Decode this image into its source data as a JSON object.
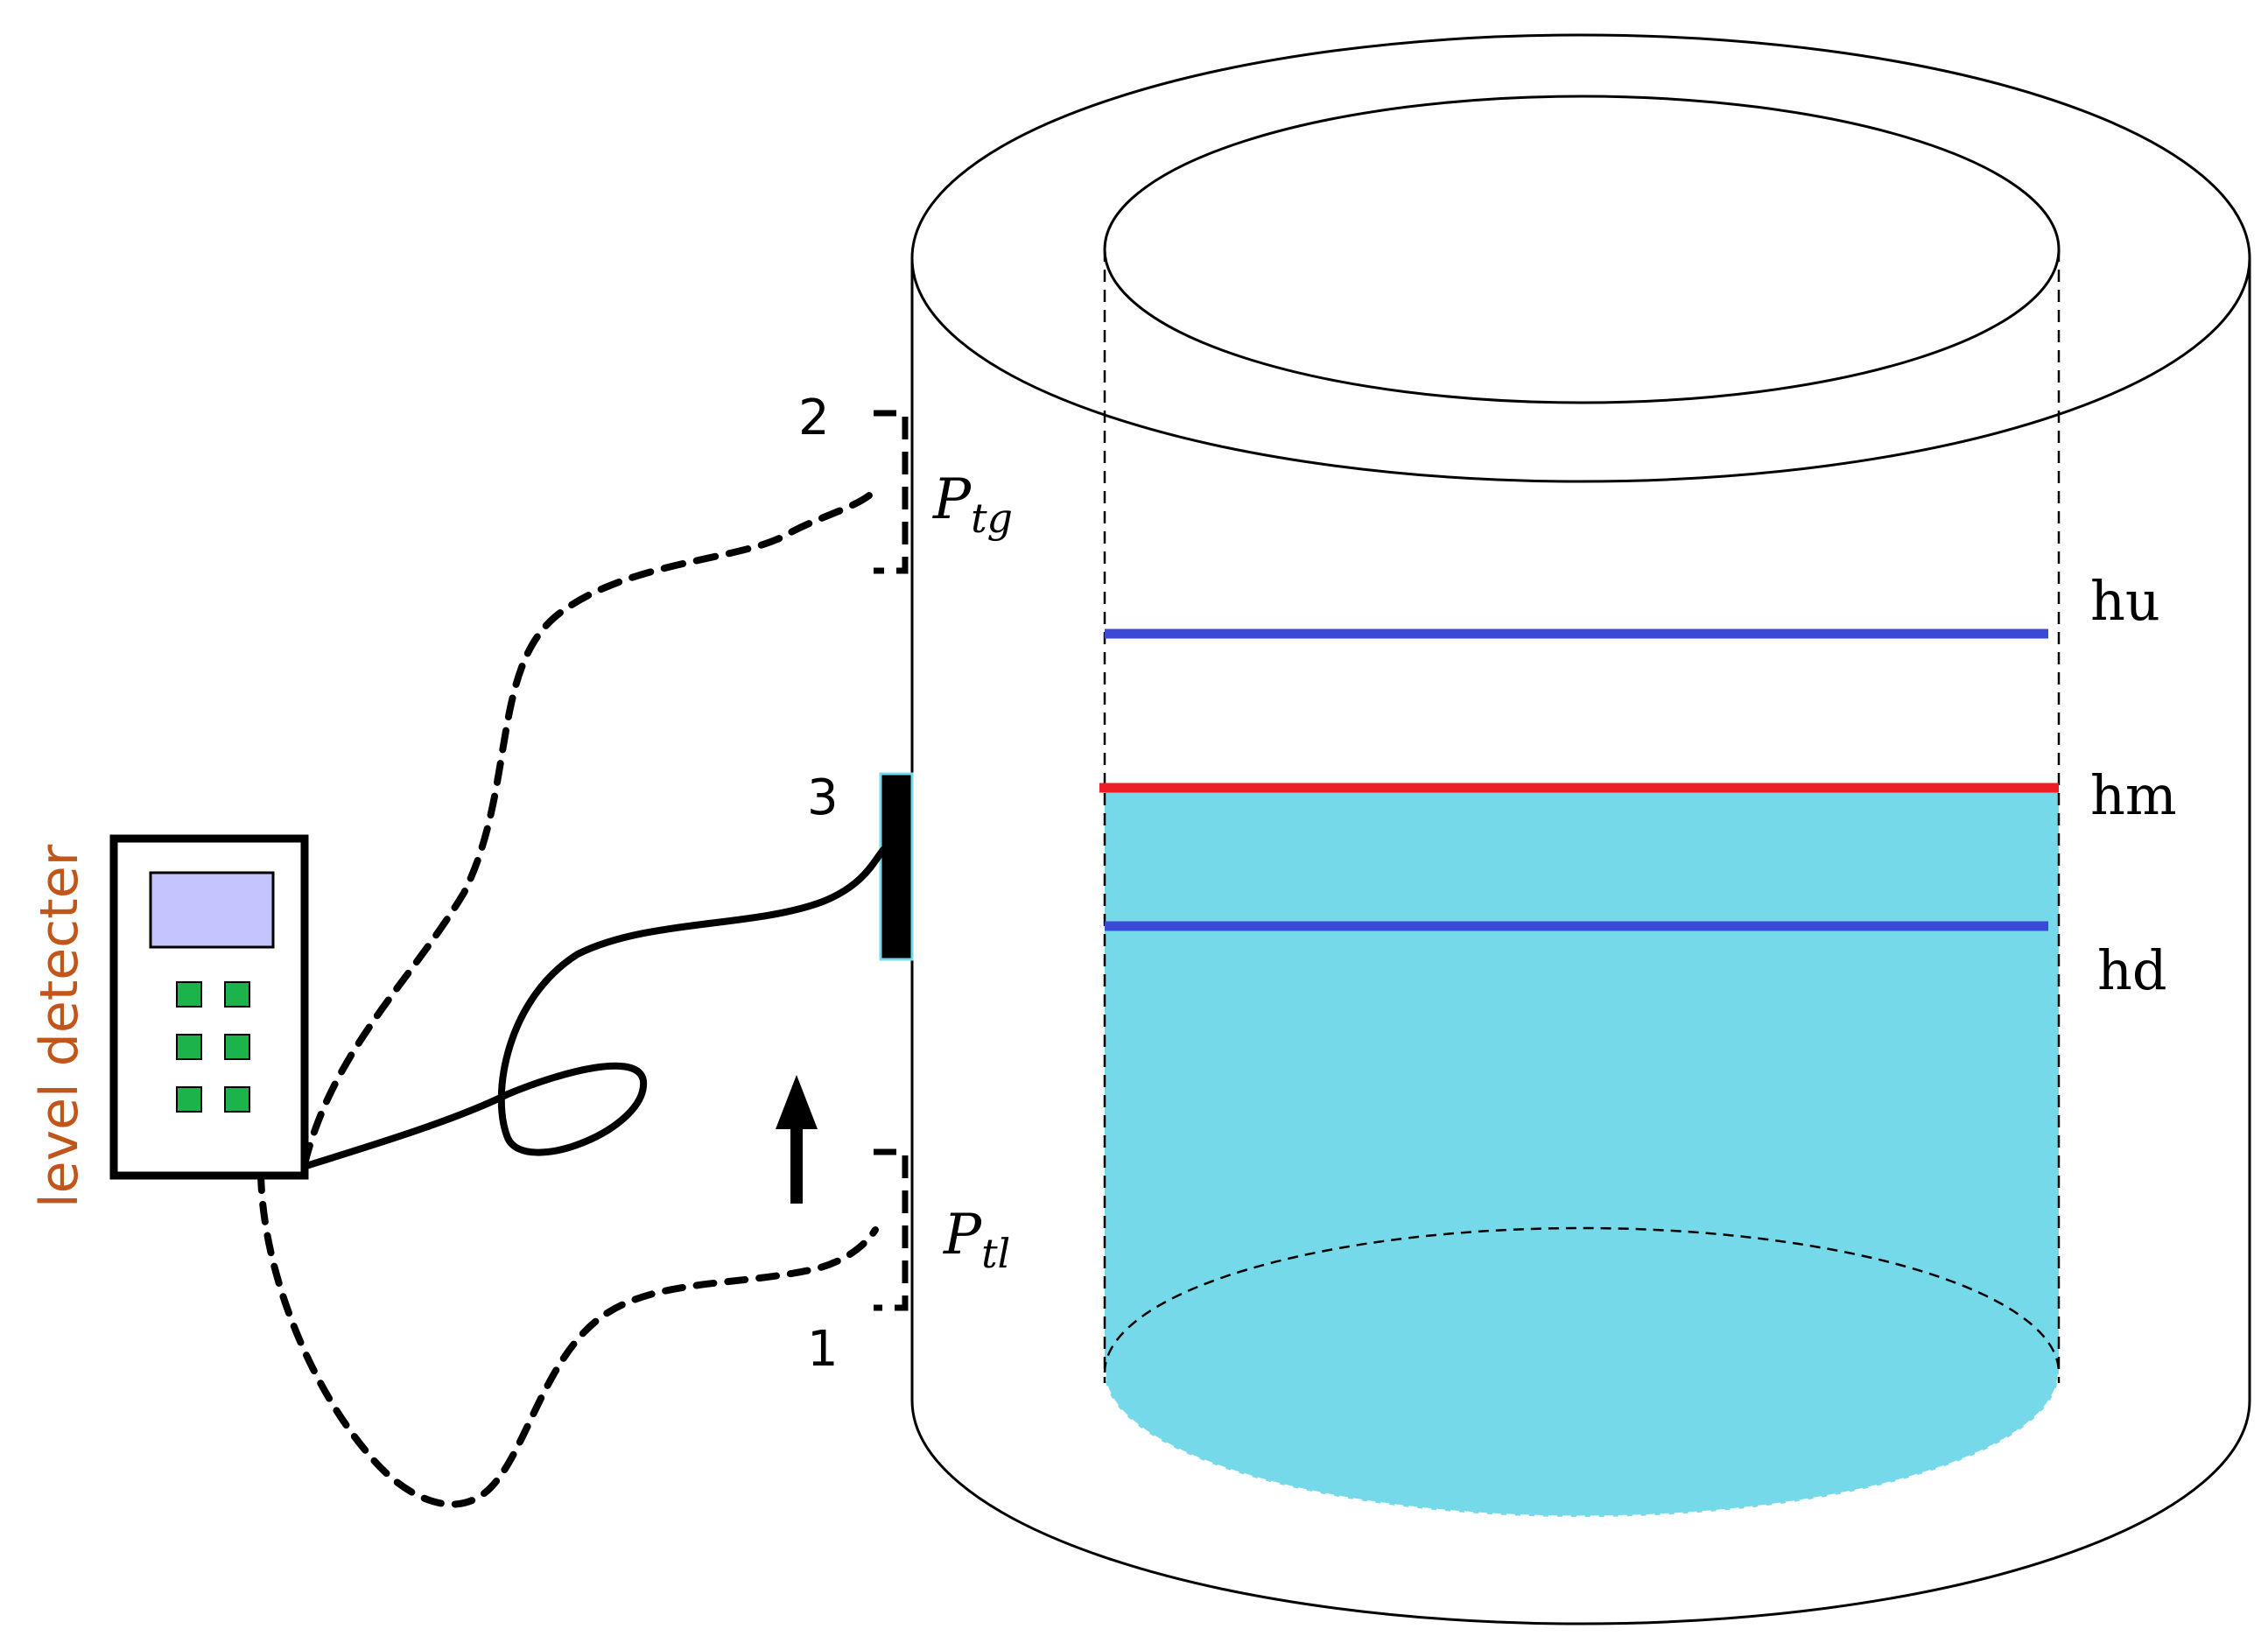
{
  "diagram": {
    "device_label": "level detecter",
    "sensor_top_number": "2",
    "sensor_top_label": {
      "main": "P",
      "subscript": "tg"
    },
    "sensor_mid_number": "3",
    "sensor_bottom_number": "1",
    "sensor_bottom_label": {
      "main": "P",
      "subscript": "tl"
    },
    "level_upper": "hu",
    "level_middle": "hm",
    "level_lower": "hd",
    "colors": {
      "liquid": "#76d9ea",
      "upper_level_line": "#3b4ad6",
      "lower_level_line": "#3b4ad6",
      "interface_line": "#ee1c24",
      "device_screen": "#c4c4ff",
      "device_buttons": "#1bb34a",
      "device_label_text": "#c0561a",
      "outline": "#000000"
    }
  }
}
